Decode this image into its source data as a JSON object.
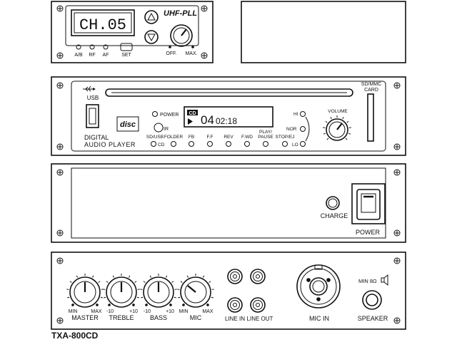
{
  "tuner": {
    "display": "CH.05",
    "brand": "UHF-PLL",
    "indicators": [
      "A/B",
      "RF",
      "AF"
    ],
    "set_label": "SET",
    "knob_min": "OFF.",
    "knob_max": "MAX."
  },
  "player": {
    "usb_label": "USB",
    "sdmmc_line1": "SD/MMC",
    "sdmmc_line2": "CARD",
    "digital_label": "DIGITAL",
    "audio_player_label": "AUDIO PLAYER",
    "power_label": "POWER",
    "ir_label": "IR",
    "cd_badge": "CD",
    "track": "04",
    "time": "02:18",
    "buttons": [
      "SD/USB",
      "FOLDER",
      "FB",
      "F.F",
      "REV",
      "F.WD",
      "STOP/EJ"
    ],
    "play_line1": "PLAY/",
    "play_line2": "PAUSE",
    "cd_mode": "CD",
    "level_hi": "HI",
    "level_nor": "NOR",
    "level_lo": "LO",
    "volume_label": "VOLUME"
  },
  "power_panel": {
    "charge_label": "CHARGE",
    "power_label": "POWER"
  },
  "mixer": {
    "knobs": [
      {
        "label": "MASTER",
        "min": "MIN",
        "max": "MAX"
      },
      {
        "label": "TREBLE",
        "min": "-10",
        "max": "+10"
      },
      {
        "label": "BASS",
        "min": "-10",
        "max": "+10"
      },
      {
        "label": "MIC",
        "min": "MIN",
        "max": "MAX"
      }
    ],
    "line_in": "LINE IN",
    "line_out": "LINE OUT",
    "mic_in": "MIC IN",
    "impedance": "MIN 8Ω",
    "speaker": "SPEAKER"
  },
  "model": "TXA-800CD"
}
